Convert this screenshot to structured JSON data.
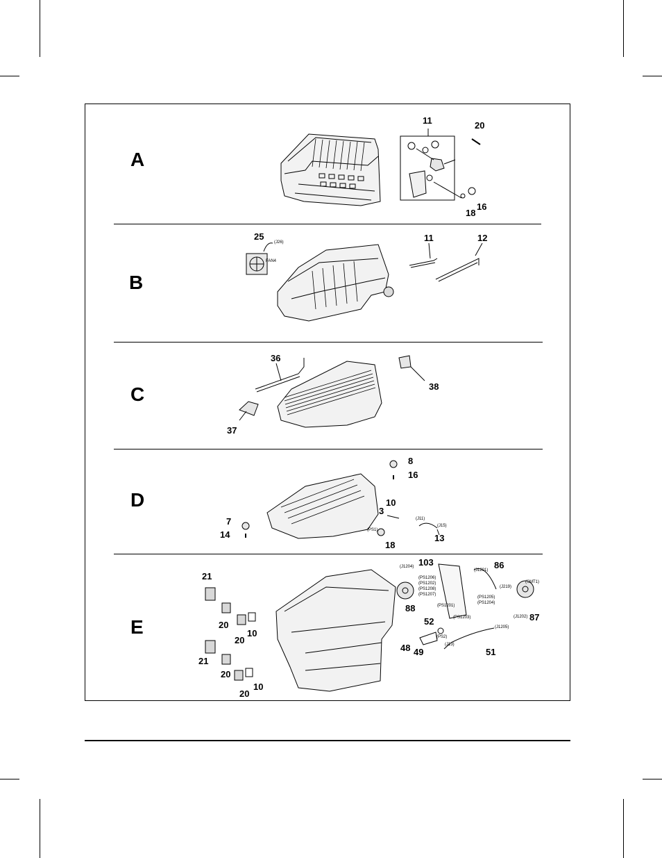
{
  "sections": [
    {
      "letter": "A",
      "callouts": [
        "11",
        "20",
        "16",
        "18"
      ]
    },
    {
      "letter": "B",
      "callouts": [
        "25",
        "11",
        "12"
      ],
      "small_labels": [
        "(J26)",
        "FAN4"
      ]
    },
    {
      "letter": "C",
      "callouts": [
        "36",
        "38",
        "37"
      ]
    },
    {
      "letter": "D",
      "callouts": [
        "8",
        "16",
        "10",
        "3",
        "7",
        "14",
        "18",
        "13"
      ],
      "small_labels": [
        "(J11)",
        "(J15)",
        "(PS1)"
      ]
    },
    {
      "letter": "E",
      "callouts": [
        "21",
        "20",
        "20",
        "10",
        "21",
        "20",
        "20",
        "10",
        "103",
        "86",
        "88",
        "87",
        "52",
        "48",
        "49",
        "51"
      ],
      "small_labels": [
        "(J1204)",
        "(J1201)",
        "(PS1206)",
        "(PS1202)",
        "(PS1208)",
        "(PS1207)",
        "(J219)",
        "(SMT1)",
        "(PS1205)",
        "(PS1204)",
        "(PS1201)",
        "(PS1203)",
        "(J1202)",
        "(PS2)",
        "(J13)",
        "(J1205)"
      ]
    }
  ]
}
